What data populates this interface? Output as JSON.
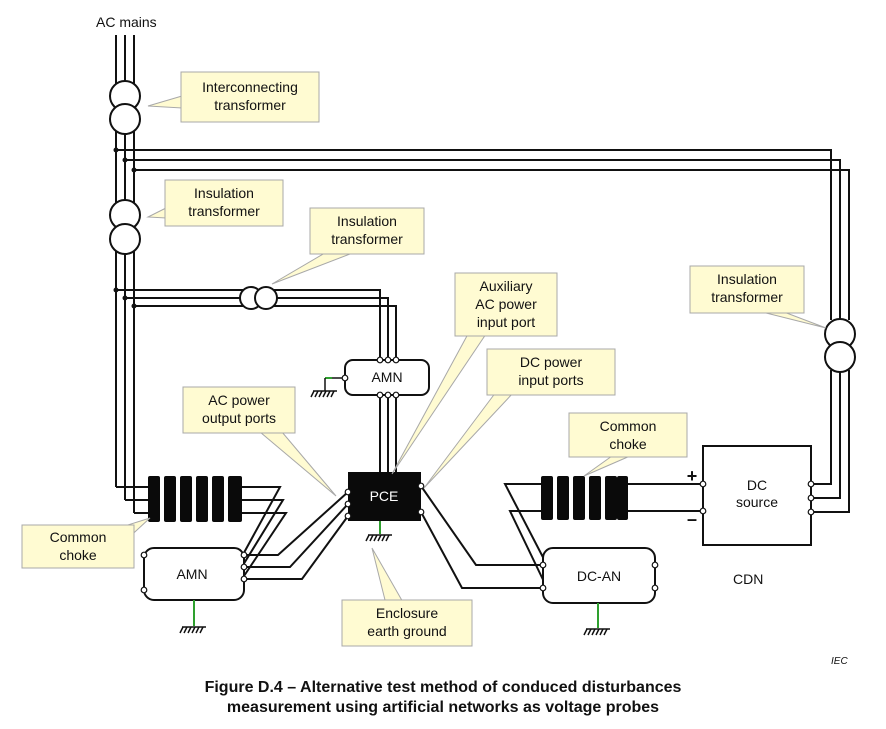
{
  "labels": {
    "ac_mains": "AC mains",
    "interconnecting_transformer": [
      "Interconnecting",
      "transformer"
    ],
    "insulation_transformer_1": [
      "Insulation",
      "transformer"
    ],
    "insulation_transformer_2": [
      "Insulation",
      "transformer"
    ],
    "insulation_transformer_3": [
      "Insulation",
      "transformer"
    ],
    "auxiliary_ac_port": [
      "Auxiliary",
      "AC power",
      "input port"
    ],
    "dc_power_ports": [
      "DC power",
      "input ports"
    ],
    "ac_power_output_ports": [
      "AC power",
      "output ports"
    ],
    "common_choke_left": [
      "Common",
      "choke"
    ],
    "common_choke_right": [
      "Common",
      "choke"
    ],
    "enclosure_earth_ground": [
      "Enclosure",
      "earth ground"
    ],
    "cdn": "CDN"
  },
  "boxes": {
    "amn_top": "AMN",
    "amn_bottom": "AMN",
    "pce": "PCE",
    "dc_an": "DC-AN",
    "dc_source": [
      "DC",
      "source"
    ]
  },
  "signs": {
    "plus": "+",
    "minus": "–"
  },
  "iec": "IEC",
  "caption": [
    "Figure D.4 – Alternative test method of conduced disturbances",
    "measurement using artificial networks as voltage probes"
  ]
}
